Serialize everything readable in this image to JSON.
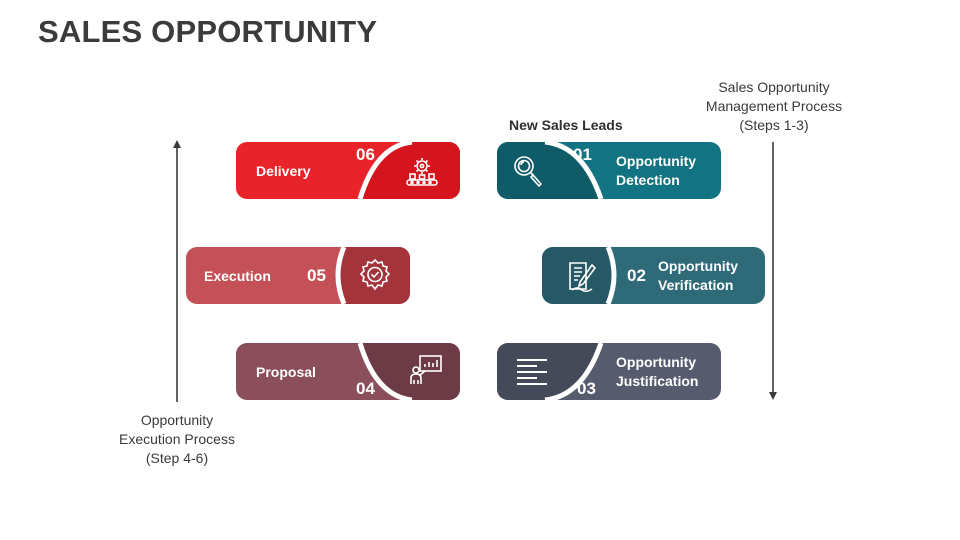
{
  "title": "SALES OPPORTUNITY",
  "management_label": [
    "Sales Opportunity",
    "Management Process",
    "(Steps 1-3)"
  ],
  "execution_label": [
    "Opportunity",
    "Execution Process",
    "(Step 4-6)"
  ],
  "new_leads_label": "New Sales Leads",
  "colors": {
    "step01": "#127382",
    "step02": "#2f6a79",
    "step03": "#565c6d",
    "step04": "#8a4f5a",
    "step05": "#c55158",
    "step06": "#e8232a"
  },
  "steps": [
    {
      "num": "01",
      "label": [
        "Opportunity",
        "Detection"
      ],
      "icon": "magnifier-icon"
    },
    {
      "num": "02",
      "label": [
        "Opportunity",
        "Verification"
      ],
      "icon": "document-pen-icon"
    },
    {
      "num": "03",
      "label": [
        "Opportunity",
        "Justification"
      ],
      "icon": "text-lines-icon"
    },
    {
      "num": "04",
      "label": [
        "Proposal"
      ],
      "icon": "presentation-icon"
    },
    {
      "num": "05",
      "label": [
        "Execution"
      ],
      "icon": "gear-check-icon"
    },
    {
      "num": "06",
      "label": [
        "Delivery"
      ],
      "icon": "conveyor-gear-icon"
    }
  ]
}
